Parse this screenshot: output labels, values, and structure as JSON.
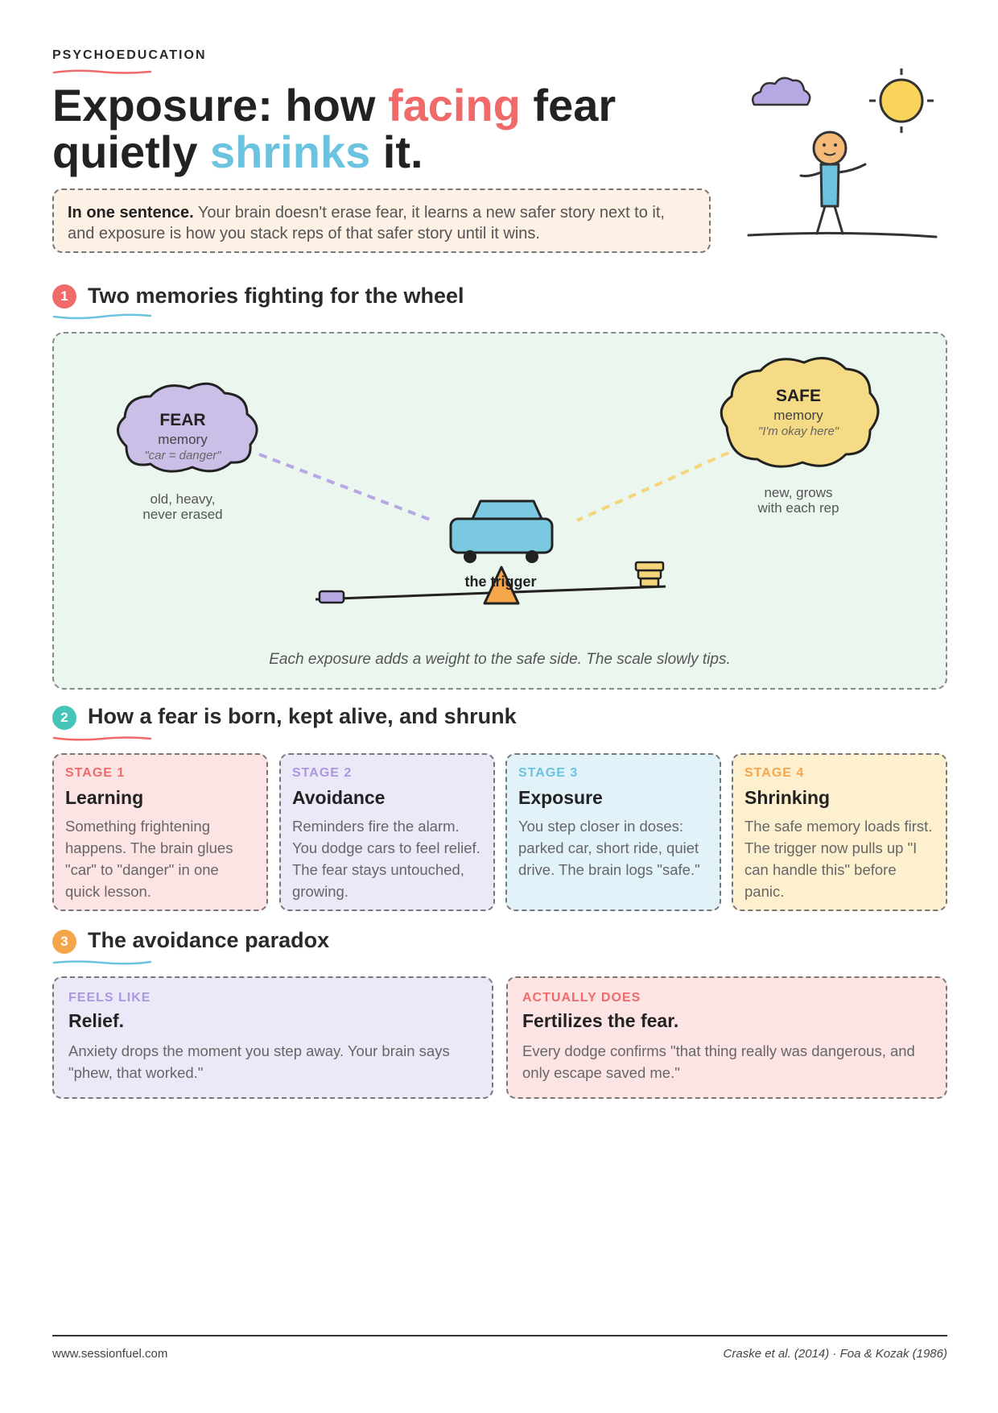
{
  "header": {
    "eyebrow": "PSYCHOEDUCATION",
    "title_part1": "Exposure: how ",
    "title_hl1": "facing",
    "title_part2": " fear",
    "title_part3": "quietly ",
    "title_hl2": "shrinks",
    "title_part4": " it."
  },
  "intro": {
    "lead": "In one sentence.",
    "text": " Your brain doesn't erase fear, it learns a new safer story next to it, and exposure is how you stack reps of that safer story until it wins."
  },
  "section1": {
    "number": "1",
    "heading": "Two memories fighting for the wheel",
    "fear": {
      "title": "FEAR",
      "sub": "memory",
      "quote": "\"car = danger\"",
      "note1": "old, heavy,",
      "note2": "never erased"
    },
    "safe": {
      "title": "SAFE",
      "sub": "memory",
      "quote": "\"I'm okay here\"",
      "note1": "new, grows",
      "note2": "with each rep"
    },
    "trigger": "the trigger",
    "caption": "Each exposure adds a weight to the safe side. The scale slowly tips."
  },
  "section2": {
    "number": "2",
    "heading": "How a fear is born, kept alive, and shrunk",
    "stages": [
      {
        "label": "STAGE 1",
        "title": "Learning",
        "text": "Something frightening happens. The brain glues \"car\" to \"danger\" in one quick lesson."
      },
      {
        "label": "STAGE 2",
        "title": "Avoidance",
        "text": "Reminders fire the alarm. You dodge cars to feel relief. The fear stays untouched, growing."
      },
      {
        "label": "STAGE 3",
        "title": "Exposure",
        "text": "You step closer in doses: parked car, short ride, quiet drive. The brain logs \"safe.\""
      },
      {
        "label": "STAGE 4",
        "title": "Shrinking",
        "text": "The safe memory loads first. The trigger now pulls up \"I can handle this\" before panic."
      }
    ]
  },
  "section3": {
    "number": "3",
    "heading": "The avoidance paradox",
    "left": {
      "label": "FEELS LIKE",
      "title": "Relief.",
      "text": "Anxiety drops the moment you step away. Your brain says \"phew, that worked.\""
    },
    "right": {
      "label": "ACTUALLY DOES",
      "title": "Fertilizes the fear.",
      "text": "Every dodge confirms \"that thing really was dangerous, and only escape saved me.\""
    }
  },
  "footer": {
    "site": "www.sessionfuel.com",
    "refs": "Craske et al. (2014) · Foa & Kozak (1986)"
  },
  "colors": {
    "red": "#f06a6a",
    "blue": "#6cc3e0",
    "purple": "#b7a8e3",
    "yellow": "#f5d57a",
    "orange": "#f5a54a",
    "teal": "#45c5b8"
  }
}
